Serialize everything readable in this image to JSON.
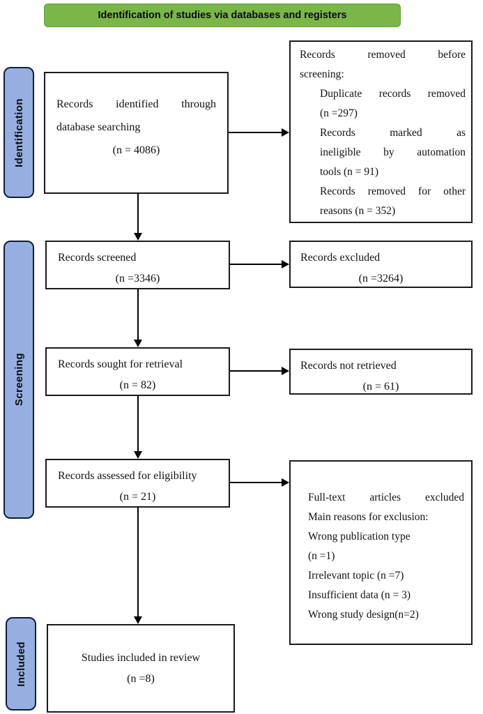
{
  "banner": {
    "label": "Identification of studies via databases and registers"
  },
  "colors": {
    "banner_green": "#7ab648",
    "stage_tab_blue": "#97afe0",
    "box_border": "#1a1a1a",
    "arrow": "#000000"
  },
  "stage_tabs": {
    "identification": "Identification",
    "screening": "Screening",
    "included": "Included"
  },
  "boxes": {
    "identified": {
      "line1": "Records identified through",
      "line2": "database searching",
      "count": "(n = 4086)"
    },
    "removed_before_screening": {
      "intro_line1": "Records removed before",
      "intro_line2": "screening:",
      "reason_lines": [
        "Duplicate records removed",
        "(n =297)",
        "Records marked as",
        "ineligible by automation",
        "tools (n = 91)",
        "Records removed for other",
        "reasons (n = 352)"
      ]
    },
    "screened": {
      "label": "Records screened",
      "count": "(n =3346)"
    },
    "excluded": {
      "label": "Records excluded",
      "count": "(n =3264)"
    },
    "sought": {
      "label": "Records sought for retrieval",
      "count": "(n = 82)"
    },
    "not_retrieved": {
      "label": "Records not retrieved",
      "count": "(n = 61)"
    },
    "assessed": {
      "label": "Records assessed for eligibility",
      "count": "(n = 21)"
    },
    "fulltext_excluded": {
      "lines": [
        "Full-text articles excluded",
        "Main reasons for exclusion:",
        "Wrong publication type",
        "(n =1)",
        "Irrelevant topic (n =7)",
        "Insufficient data (n = 3)",
        "Wrong study design(n=2)"
      ]
    },
    "included": {
      "label": "Studies included in review",
      "count": "(n =8)"
    }
  }
}
